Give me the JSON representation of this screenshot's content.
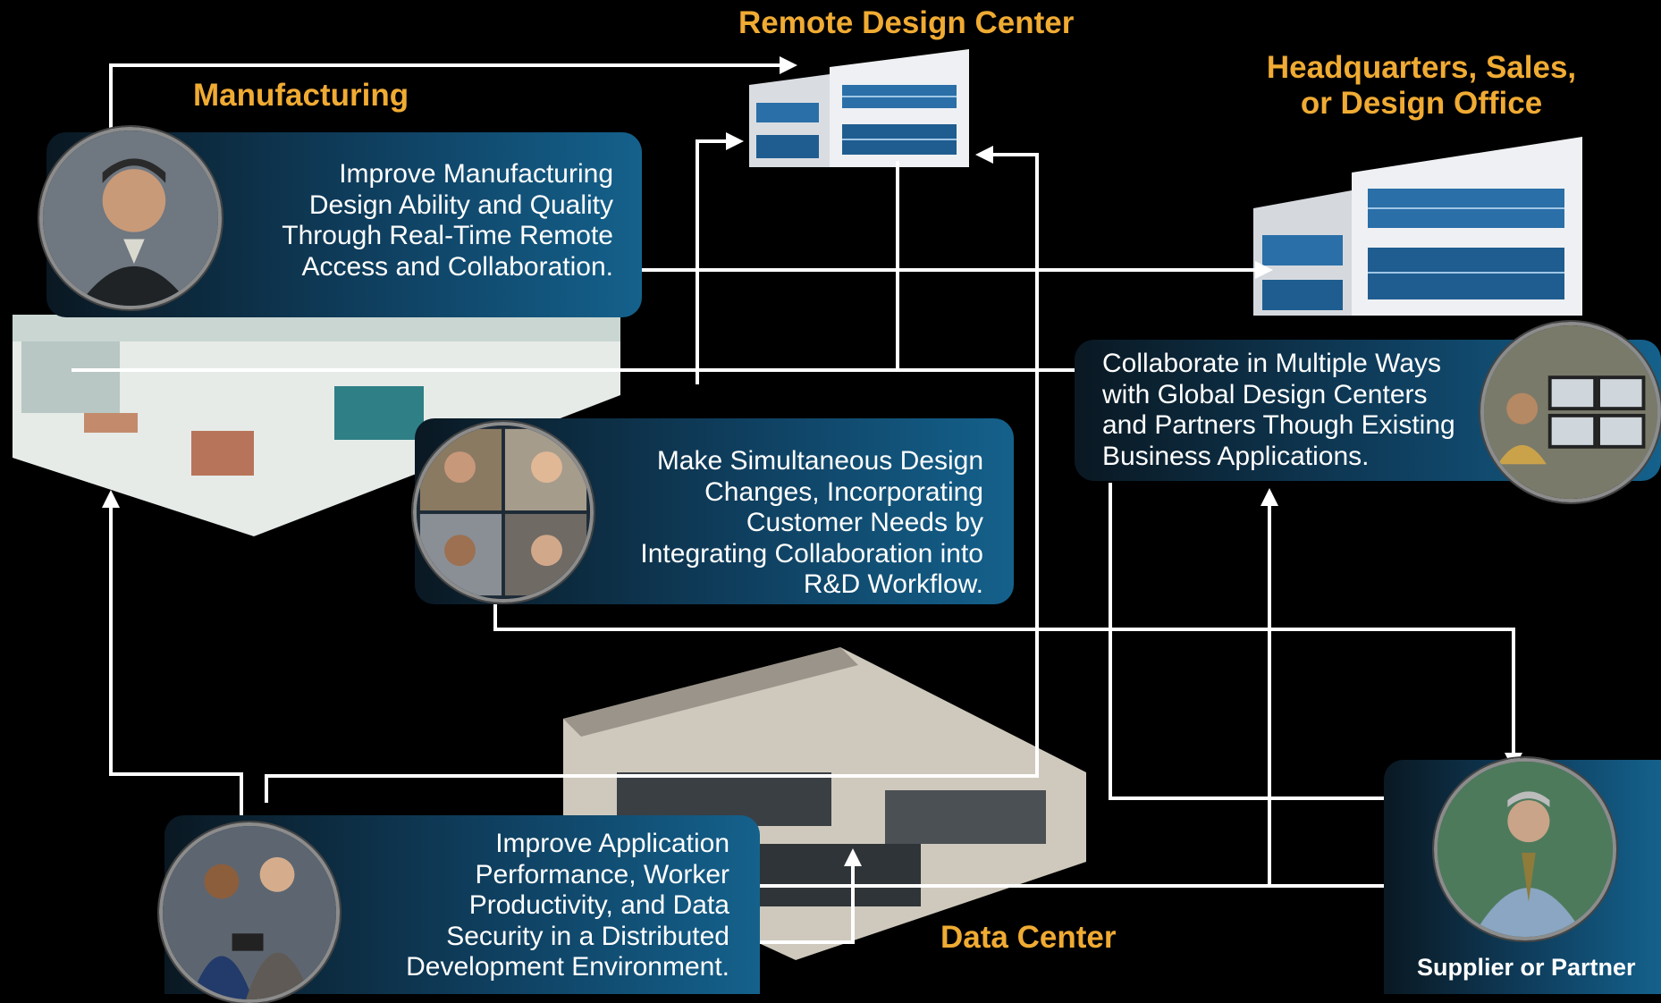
{
  "headings": {
    "remote_design_center": "Remote Design Center",
    "manufacturing": "Manufacturing",
    "headquarters_line1": "Headquarters, Sales,",
    "headquarters_line2": "or Design Office",
    "data_center": "Data Center",
    "supplier_or_partner": "Supplier or Partner"
  },
  "panels": {
    "manufacturing": {
      "lines": [
        "Improve Manufacturing",
        "Design Ability and Quality",
        "Through Real-Time Remote",
        "Access and Collaboration."
      ]
    },
    "collaborate": {
      "lines": [
        "Collaborate in Multiple Ways",
        "with Global Design Centers",
        "and Partners Though Existing",
        "Business Applications."
      ]
    },
    "simultaneous": {
      "lines": [
        "Make Simultaneous Design",
        "Changes, Incorporating",
        "Customer Needs by",
        "Integrating Collaboration into",
        "R&D Workflow."
      ]
    },
    "application": {
      "lines": [
        "Improve Application",
        "Performance, Worker",
        "Productivity, and Data",
        "Security in a Distributed",
        "Development Environment."
      ]
    }
  },
  "colors": {
    "heading_accent": "#f0ab33",
    "panel_gradient_dark": "#0a1822",
    "panel_gradient_light": "#14618c",
    "connector": "#ffffff",
    "background": "#000000"
  }
}
